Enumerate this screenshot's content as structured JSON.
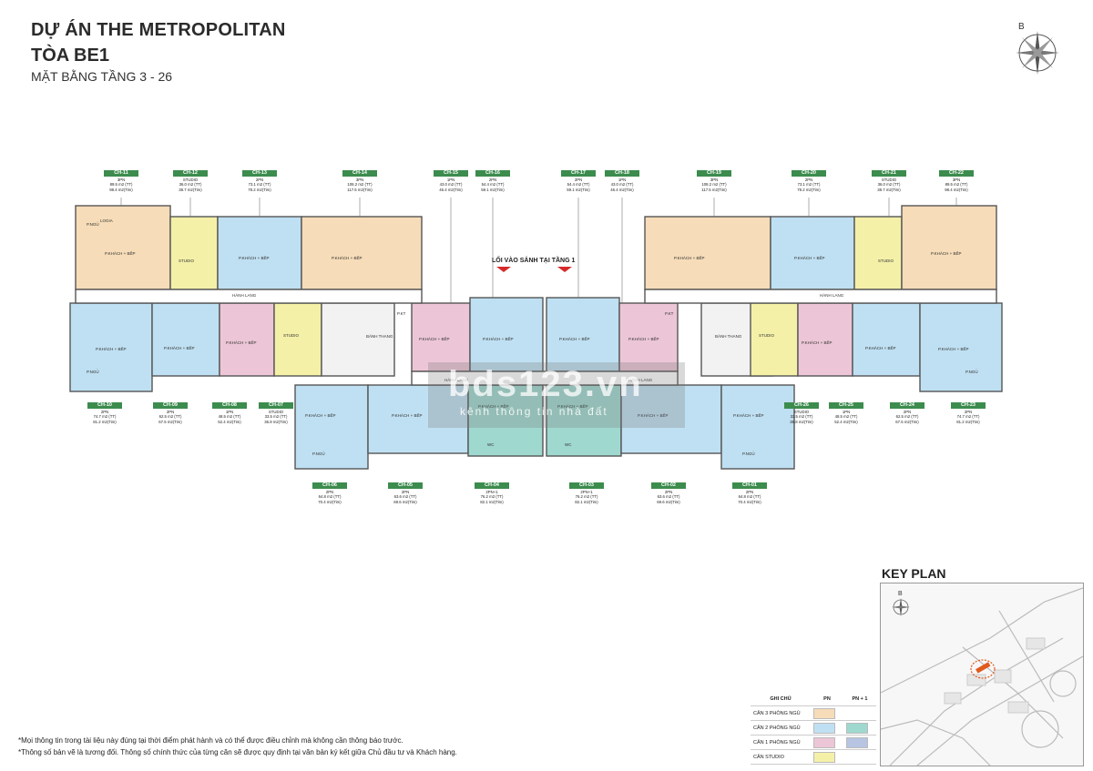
{
  "header": {
    "title_line1": "DỰ ÁN THE METROPOLITAN",
    "title_line2": "TÒA BE1",
    "subtitle": "MẶT BẰNG TẦNG 3 - 26",
    "compass_letter": "B"
  },
  "lobby_label": "LỐI VÀO SẢNH TẠI TẦNG 1",
  "colors": {
    "three_bed": "#f6dcb8",
    "two_bed": "#bfe0f2",
    "two_bed_plus": "#9fd8cf",
    "one_bed": "#ecc6d6",
    "one_bed_plus": "#b7c5e3",
    "studio": "#f4f0a8",
    "code_badge": "#3c8c4e",
    "wall": "#555555"
  },
  "units_top": [
    {
      "code": "CH-11",
      "type": "3PN",
      "tt": "89.5 m2  (TT)",
      "tim": "98.4 m2(Tim)"
    },
    {
      "code": "CH-12",
      "type": "STUDIO",
      "tt": "36.0 m2  (TT)",
      "tim": "38.7 m2(Tim)"
    },
    {
      "code": "CH-13",
      "type": "2PN",
      "tt": "73.1 m2  (TT)",
      "tim": "78.2 m2(Tim)"
    },
    {
      "code": "CH-14",
      "type": "3PN",
      "tt": "108.2 m2  (TT)",
      "tim": "117.5 m2(Tim)"
    },
    {
      "code": "CH-15",
      "type": "1PN",
      "tt": "43.0 m2  (TT)",
      "tim": "46.4 m2(Tim)"
    },
    {
      "code": "CH-16",
      "type": "2PN",
      "tt": "54.4 m2  (TT)",
      "tim": "59.1 m2(Tim)"
    },
    {
      "code": "CH-17",
      "type": "2PN",
      "tt": "54.4 m2  (TT)",
      "tim": "59.1 m2(Tim)"
    },
    {
      "code": "CH-18",
      "type": "1PN",
      "tt": "43.0 m2  (TT)",
      "tim": "46.4 m2(Tim)"
    },
    {
      "code": "CH-19",
      "type": "3PN",
      "tt": "108.2 m2  (TT)",
      "tim": "117.5 m2(Tim)"
    },
    {
      "code": "CH-20",
      "type": "2PN",
      "tt": "73.1 m2  (TT)",
      "tim": "78.2 m2(Tim)"
    },
    {
      "code": "CH-21",
      "type": "STUDIO",
      "tt": "36.0 m2  (TT)",
      "tim": "38.7 m2(Tim)"
    },
    {
      "code": "CH-22",
      "type": "3PN",
      "tt": "89.5 m2  (TT)",
      "tim": "98.4 m2(Tim)"
    }
  ],
  "units_middle": [
    {
      "code": "CH-10",
      "type": "2PN",
      "tt": "74.7 m2  (TT)",
      "tim": "81.2 m2(Tim)"
    },
    {
      "code": "CH-09",
      "type": "2PN",
      "tt": "62.5 m2  (TT)",
      "tim": "67.5 m2(Tim)"
    },
    {
      "code": "CH-08",
      "type": "1PN",
      "tt": "48.5 m2  (TT)",
      "tim": "52.4 m2(Tim)"
    },
    {
      "code": "CH-07",
      "type": "STUDIO",
      "tt": "33.5 m2  (TT)",
      "tim": "36.8 m2(Tim)"
    },
    {
      "code": "CH-26",
      "type": "STUDIO",
      "tt": "33.5 m2  (TT)",
      "tim": "36.8 m2(Tim)"
    },
    {
      "code": "CH-25",
      "type": "1PN",
      "tt": "48.5 m2  (TT)",
      "tim": "52.4 m2(Tim)"
    },
    {
      "code": "CH-24",
      "type": "2PN",
      "tt": "62.5 m2  (TT)",
      "tim": "67.5 m2(Tim)"
    },
    {
      "code": "CH-23",
      "type": "2PN",
      "tt": "74.7 m2  (TT)",
      "tim": "81.2 m2(Tim)"
    }
  ],
  "units_bottom": [
    {
      "code": "CH-06",
      "type": "2PN",
      "tt": "64.8 m2  (TT)",
      "tim": "70.4 m2(Tim)"
    },
    {
      "code": "CH-05",
      "type": "2PN",
      "tt": "63.6 m2  (TT)",
      "tim": "69.6 m2(Tim)"
    },
    {
      "code": "CH-04",
      "type": "2PN+1",
      "tt": "76.2 m2  (TT)",
      "tim": "82.1 m2(Tim)"
    },
    {
      "code": "CH-03",
      "type": "2PN+1",
      "tt": "76.2 m2  (TT)",
      "tim": "82.1 m2(Tim)"
    },
    {
      "code": "CH-02",
      "type": "2PN",
      "tt": "63.6 m2  (TT)",
      "tim": "69.6 m2(Tim)"
    },
    {
      "code": "CH-01",
      "type": "2PN",
      "tt": "64.8 m2  (TT)",
      "tim": "70.4 m2(Tim)"
    }
  ],
  "room_labels": {
    "corridor": "HÀNH LANG",
    "stair": "BÁNH THANG",
    "kt": "P.KT",
    "loggia": "LOGIA",
    "living": "P.KHÁCH + BẾP",
    "bed": "P.NGỦ",
    "wc": "WC",
    "studio": "STUDIO"
  },
  "key_plan": {
    "title": "KEY PLAN",
    "compass_letter": "B"
  },
  "legend": {
    "header_note": "GHI CHÚ",
    "header_pn": "PN",
    "header_pn1": "PN + 1",
    "rows": [
      {
        "label": "CĂN 3 PHÒNG NGỦ"
      },
      {
        "label": "CĂN 2 PHÒNG NGỦ"
      },
      {
        "label": "CĂN 1 PHÒNG NGỦ"
      },
      {
        "label": "CĂN STUDIO"
      }
    ]
  },
  "notes": [
    "*Mọi thông tin trong tài liệu này đúng tại thời điểm phát hành và có thể được điều chỉnh mà không cần thông báo trước.",
    "*Thông số bản vẽ là tương đối. Thông số chính thức của từng căn sẽ được quy định tại văn bản ký kết giữa Chủ đầu tư và Khách hàng."
  ],
  "watermark": {
    "brand": "bds123.vn",
    "tagline": "kênh thông tin nhà đất"
  }
}
